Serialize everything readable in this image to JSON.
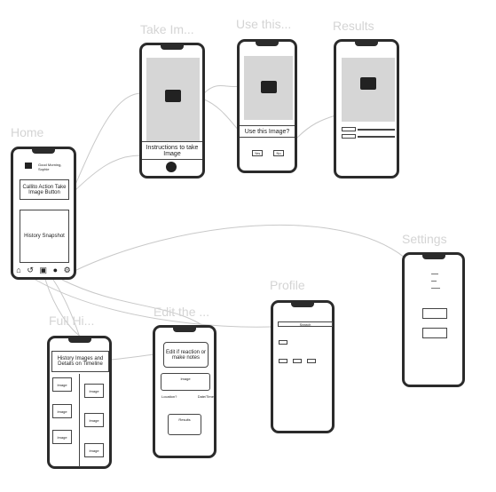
{
  "screen_labels": {
    "take_image": "Take Im...",
    "use_this": "Use this...",
    "results": "Results",
    "home": "Home",
    "settings": "Settings",
    "profile": "Profile",
    "history": "Full Hi...",
    "edit": "Edit the ..."
  },
  "take_image": {
    "instructions": "Instructions to take Image"
  },
  "use_this": {
    "question": "Use this Image?",
    "yes": "Yes",
    "no": "No"
  },
  "home": {
    "greeting": "Good Morning, Sophie",
    "action_button": "Callito Action Take Image Button",
    "snapshot": "History Snapshot"
  },
  "history": {
    "header": "History Images and Details on Timeline",
    "image_label": "Image"
  },
  "edit": {
    "reaction": "Edit if reaction or make notes",
    "image": "Image",
    "location": "Location?",
    "datetime": "Date/Time",
    "results": "Results"
  },
  "profile": {
    "search": "Search"
  },
  "icons": {
    "image": "image-icon",
    "shutter": "shutter-icon",
    "home": "home-icon",
    "history": "history-icon",
    "camera": "camera-icon",
    "profile": "profile-icon",
    "settings": "gear-icon"
  }
}
